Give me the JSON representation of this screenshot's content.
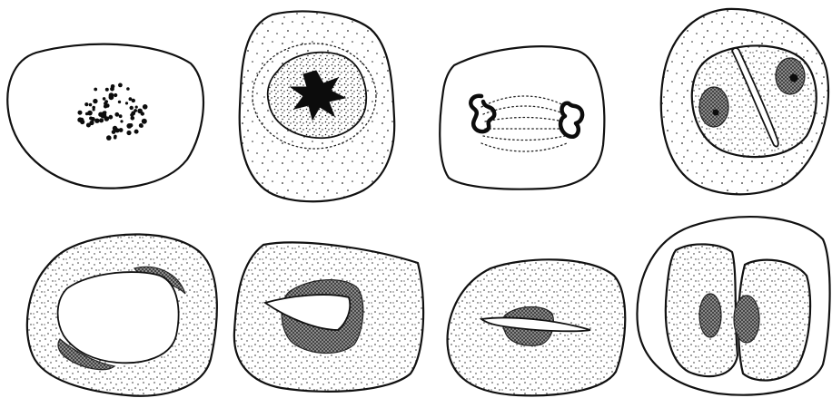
{
  "plate": {
    "background": "#ffffff",
    "ink": "#111111",
    "rows": 2,
    "columns": 4
  },
  "figures": [
    {
      "id": "cell-1",
      "description_key": "scattered-chromatin-granules"
    },
    {
      "id": "cell-2",
      "description_key": "stippled-nucleus-with-dark-center"
    },
    {
      "id": "cell-3",
      "description_key": "two-chromatin-masses-with-spindle"
    },
    {
      "id": "cell-4",
      "description_key": "dividing-nucleus-with-two-daughters"
    },
    {
      "id": "cell-5",
      "description_key": "large-clear-vacuole"
    },
    {
      "id": "cell-6",
      "description_key": "lens-shaped-clear-space"
    },
    {
      "id": "cell-7",
      "description_key": "narrow-slit"
    },
    {
      "id": "cell-8",
      "description_key": "two-daughter-cells"
    }
  ]
}
